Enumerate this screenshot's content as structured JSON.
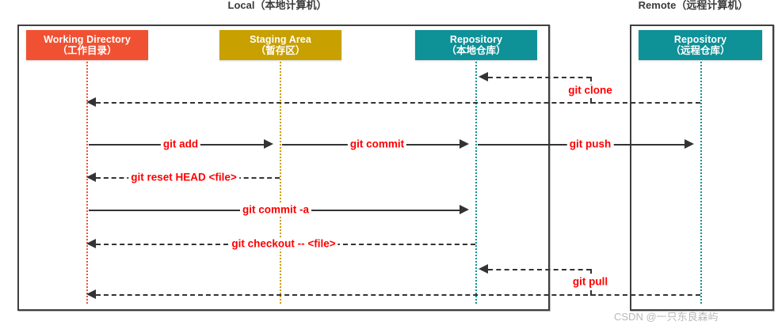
{
  "diagram": {
    "type": "sequence-diagram",
    "title": "Git workflow sequence diagram",
    "groups": [
      {
        "id": "local",
        "label": "Local（本地计算机）"
      },
      {
        "id": "remote",
        "label": "Remote（远程计算机）"
      }
    ],
    "actors": [
      {
        "id": "working-directory",
        "en": "Working Directory",
        "cn": "（工作目录）",
        "color": "#f05133",
        "group": "local"
      },
      {
        "id": "staging-area",
        "en": "Staging Area",
        "cn": "（暂存区）",
        "color": "#c8a000",
        "group": "local"
      },
      {
        "id": "local-repository",
        "en": "Repository",
        "cn": "（本地仓库）",
        "color": "#0e9197",
        "group": "local"
      },
      {
        "id": "remote-repository",
        "en": "Repository",
        "cn": "（远程仓库）",
        "color": "#0e9197",
        "group": "remote"
      }
    ],
    "messages": [
      {
        "id": "git-clone",
        "label": "git clone",
        "style": "dashed",
        "from": "remote-repository",
        "to": "local-repository"
      },
      {
        "id": "git-clone-wd",
        "label": "",
        "style": "dashed",
        "from": "remote-repository",
        "to": "working-directory"
      },
      {
        "id": "git-add",
        "label": "git add",
        "style": "solid",
        "from": "working-directory",
        "to": "staging-area"
      },
      {
        "id": "git-commit",
        "label": "git commit",
        "style": "solid",
        "from": "staging-area",
        "to": "local-repository"
      },
      {
        "id": "git-push",
        "label": "git push",
        "style": "solid",
        "from": "local-repository",
        "to": "remote-repository"
      },
      {
        "id": "git-reset-head",
        "label": "git reset HEAD <file>",
        "style": "dashed",
        "from": "staging-area",
        "to": "working-directory"
      },
      {
        "id": "git-commit-a",
        "label": "git commit -a",
        "style": "solid",
        "from": "working-directory",
        "to": "local-repository"
      },
      {
        "id": "git-checkout",
        "label": "git checkout -- <file>",
        "style": "dashed",
        "from": "local-repository",
        "to": "working-directory"
      },
      {
        "id": "git-pull",
        "label": "git pull",
        "style": "dashed",
        "from": "remote-repository",
        "to": "local-repository"
      },
      {
        "id": "git-pull-wd",
        "label": "",
        "style": "dashed",
        "from": "remote-repository",
        "to": "working-directory"
      }
    ],
    "colors": {
      "working_directory": "#f05133",
      "staging_area": "#c8a000",
      "repository": "#0e9197",
      "message_label": "#ff0000",
      "line": "#333333",
      "frame": "#3f3f3f"
    }
  },
  "watermark": {
    "text": "CSDN @一只东良森屿"
  }
}
